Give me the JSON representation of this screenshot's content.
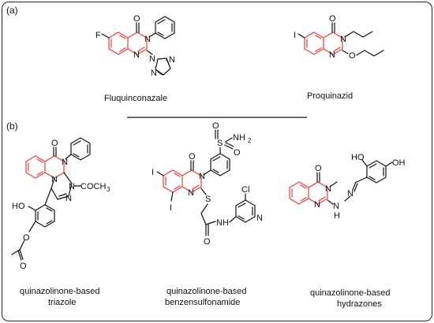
{
  "panels": {
    "a": "(a)",
    "b": "(b)"
  },
  "compounds": {
    "fluquinconazale": "Fluquinconazale",
    "proquinazid": "Proquinazid",
    "triazole": {
      "line1": "quinazolinone-based",
      "line2": "triazole"
    },
    "sulfonamide": {
      "line1": "quinazolinone-based",
      "line2": "benzensulfonamide"
    },
    "hydrazones": {
      "line1": "quinazolinone-based",
      "line2": "hydrazones"
    }
  },
  "atoms": {
    "O": "O",
    "N": "N",
    "F": "F",
    "I": "I",
    "S": "S",
    "Cl": "Cl",
    "HO": "HO",
    "OH": "OH",
    "NH": "N",
    "H": "H",
    "H2": "2",
    "COCH": "COCH",
    "CH3sub": "3",
    "NH2": "NH"
  },
  "colors": {
    "core": "#e45a5a",
    "bond": "#111111",
    "frame": "#222222"
  }
}
